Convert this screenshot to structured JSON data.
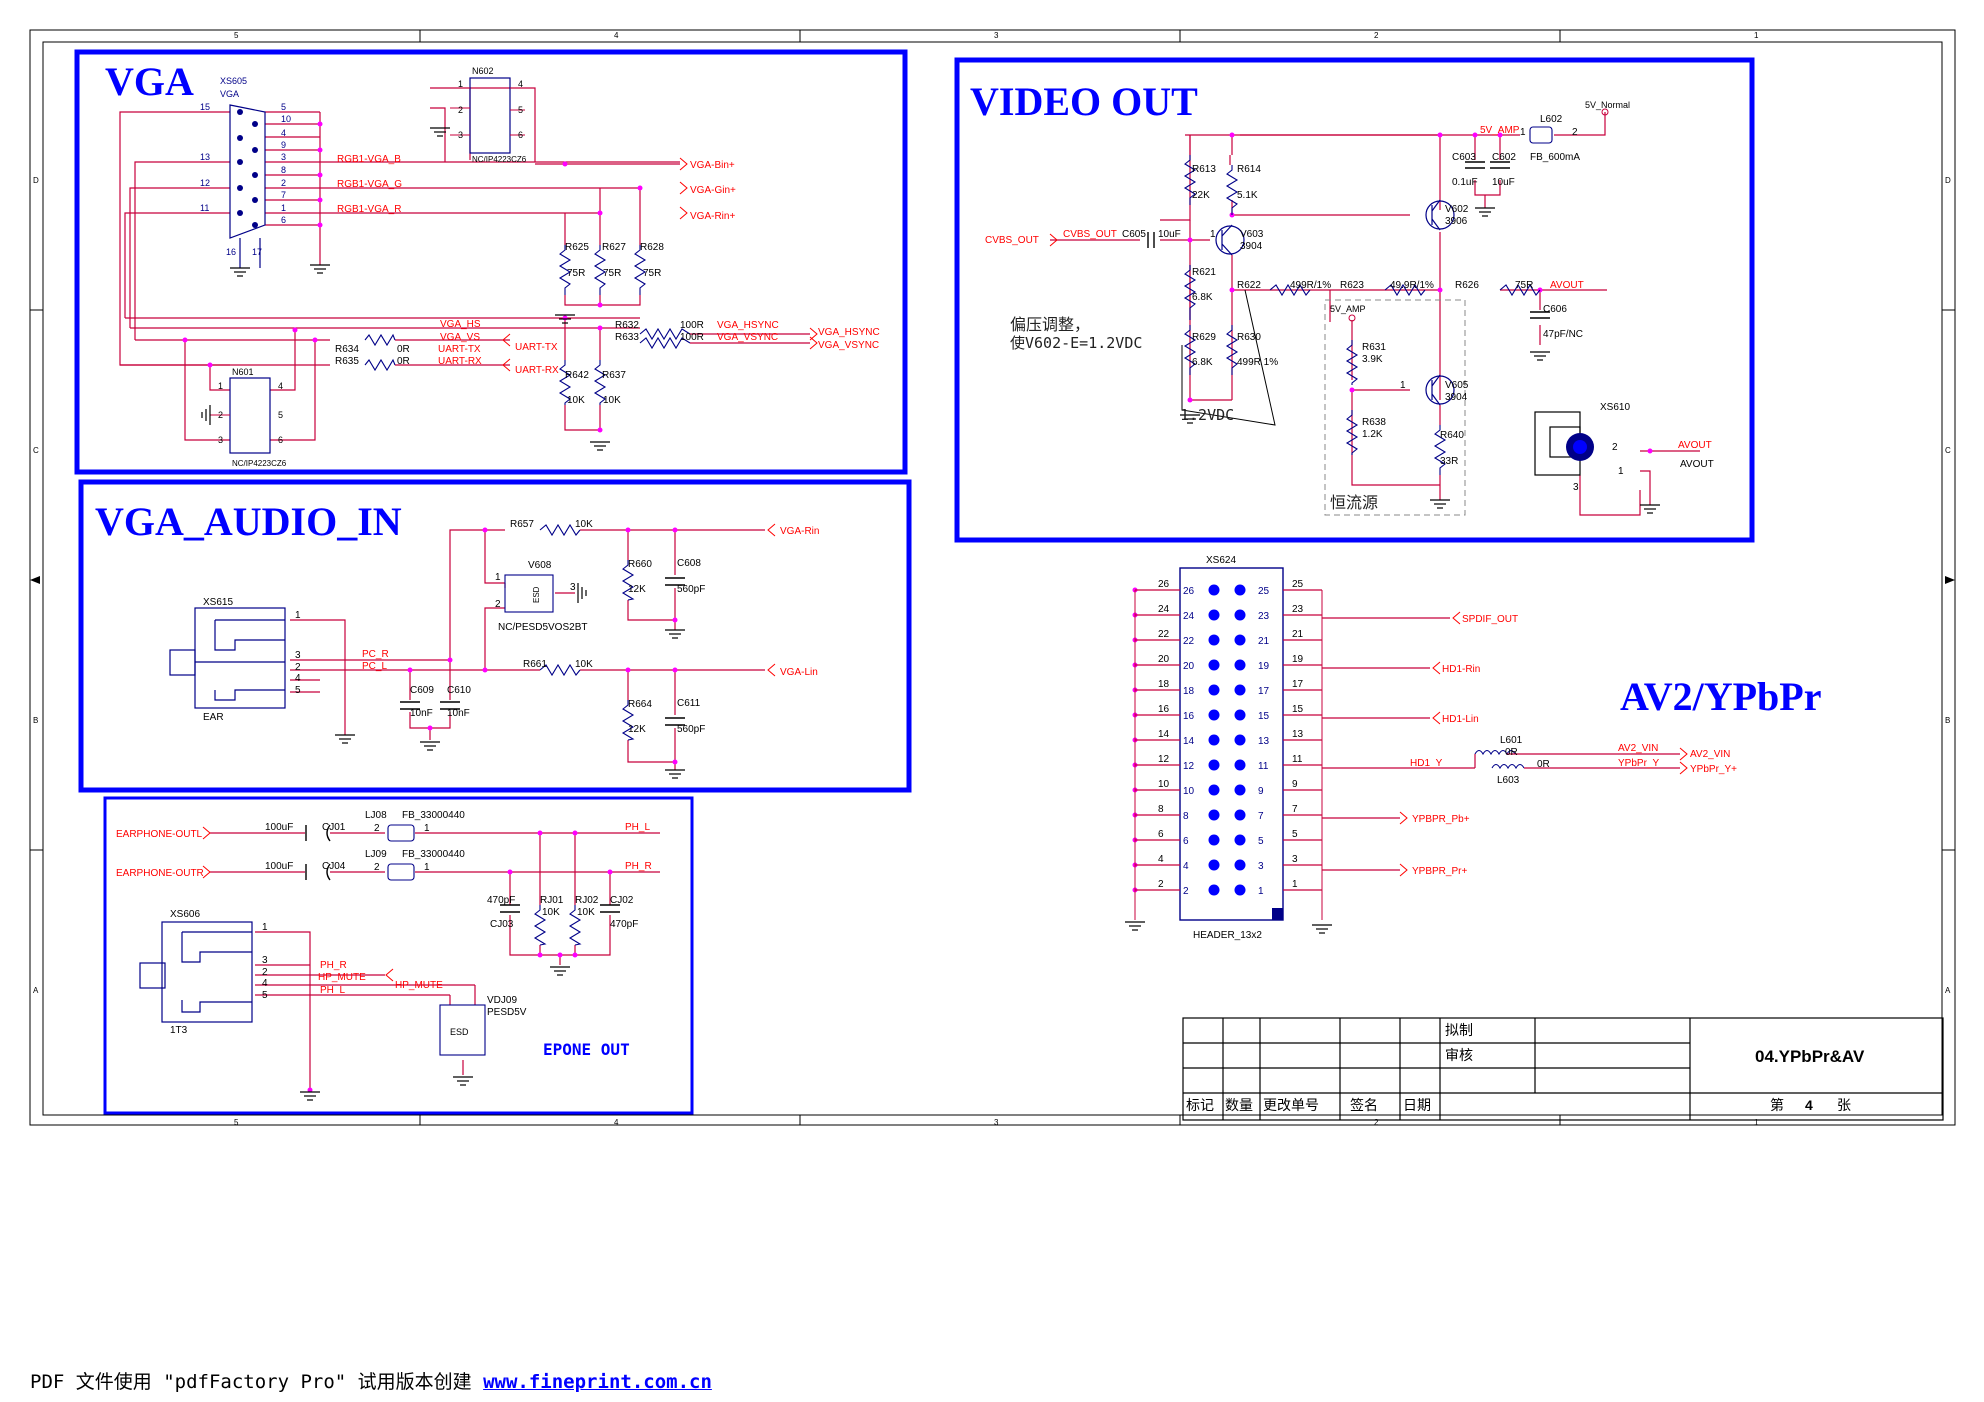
{
  "colors": {
    "wire": "#c8003c",
    "block": "#0000ff",
    "comp": "#000088",
    "frame": "#000000",
    "net": "#ff0000"
  },
  "border": {
    "top": [
      "5",
      "4",
      "3",
      "2",
      "1"
    ],
    "bottom": [
      "5",
      "4",
      "3",
      "2",
      "1"
    ],
    "left": [
      "D",
      "C",
      "B",
      "A"
    ],
    "right": [
      "D",
      "C",
      "B",
      "A"
    ]
  },
  "blocks": {
    "vga": "VGA",
    "video_out": "VIDEO OUT",
    "vga_audio_in": "VGA_AUDIO_IN",
    "av2": "AV2/YPbPr",
    "epone": "EPONE OUT"
  },
  "vga": {
    "xs605": "XS605",
    "xs605_name": "VGA",
    "pins_left": [
      "15",
      "13",
      "12",
      "11"
    ],
    "pins_right": [
      "5",
      "10",
      "4",
      "9",
      "3",
      "8",
      "2",
      "7",
      "1",
      "6"
    ],
    "pins_bottom": [
      "16",
      "17"
    ],
    "n602": "N602",
    "n602_pins": [
      "1",
      "4",
      "2",
      "5",
      "3",
      "6"
    ],
    "n602_part": "NC/IP4223CZ6",
    "n601": "N601",
    "n601_pins": [
      "1",
      "4",
      "2",
      "5",
      "3",
      "6"
    ],
    "n601_part": "NC/IP4223CZ6",
    "rgb": [
      "RGB1-VGA_B",
      "RGB1-VGA_G",
      "RGB1-VGA_R"
    ],
    "rgb_out": [
      "VGA-Bin+",
      "VGA-Gin+",
      "VGA-Rin+"
    ],
    "r625": "R625",
    "r627": "R627",
    "r628": "R628",
    "r75": "75R",
    "hs": "VGA_HS",
    "vs": "VGA_VS",
    "uart_tx": "UART-TX",
    "uart_rx": "UART-RX",
    "r632": "R632",
    "r633": "R633",
    "r100": "100R",
    "hsync": "VGA_HSYNC",
    "vsync": "VGA_VSYNC",
    "r634": "R634",
    "r635": "R635",
    "r0": "0R",
    "r642": "R642",
    "r637": "R637",
    "r10k": "10K"
  },
  "video": {
    "r613": "R613",
    "r613v": "22K",
    "r614": "R614",
    "r614v": "5.1K",
    "cvbs_in": "CVBS_OUT",
    "cvbs_net": "CVBS_OUT",
    "c605": "C605",
    "c605v": "10uF",
    "v603": "V603",
    "v603p": "3904",
    "v602": "V602",
    "v602p": "3906",
    "r621": "R621",
    "r621v": "6.8K",
    "r629": "R629",
    "r629v": "6.8K",
    "r630": "R630",
    "r630v": "499R 1%",
    "r622": "R622",
    "r622v": "499R/1%",
    "r623": "R623",
    "r623v": "49.9R/1%",
    "r626": "R626",
    "r626v": "75R",
    "avout": "AVOUT",
    "c606": "C606",
    "c606v": "47pF/NC",
    "amp": "5V_AMP",
    "amp2": "5V_AMP",
    "normal": "5V_Normal",
    "l602": "L602",
    "l602v": "FB_600mA",
    "c603": "C603",
    "c603v": "0.1uF",
    "c602": "C602",
    "c602v": "10uF",
    "note1": "偏压调整，",
    "note2": "使V602-E=1.2VDC",
    "note3": "1.2VDC",
    "r631": "R631",
    "r631v": "3.9K",
    "r638": "R638",
    "r638v": "1.2K",
    "v605": "V605",
    "v605p": "3904",
    "r640": "R640",
    "r640v": "33R",
    "cc": "恒流源",
    "xs610": "XS610",
    "xs610_net": "AVOUT",
    "xs610_name": "AVOUT",
    "pin1": "1",
    "pin2": "2",
    "pin3": "3"
  },
  "audio": {
    "r657": "R657",
    "r657v": "10K",
    "vga_rin": "VGA-Rin",
    "v608": "V608",
    "esd": "ESD",
    "v608p": "NC/PESD5VOS2BT",
    "r660": "R660",
    "r660v": "12K",
    "c608": "C608",
    "c608v": "560pF",
    "xs615": "XS615",
    "ear": "EAR",
    "pc_r": "PC_R",
    "pc_l": "PC_L",
    "r661": "R661",
    "r661v": "10K",
    "vga_lin": "VGA-Lin",
    "c609": "C609",
    "c609v": "10nF",
    "c610": "C610",
    "c610v": "10nF",
    "r664": "R664",
    "r664v": "12K",
    "c611": "C611",
    "c611v": "560pF",
    "xs_pins": [
      "1",
      "3",
      "2",
      "4",
      "5"
    ]
  },
  "epone": {
    "outl": "EARPHONE-OUTL",
    "outr": "EARPHONE-OUTR",
    "cap": "100uF",
    "cj01": "CJ01",
    "cj04": "CJ04",
    "lj08": "LJ08",
    "lj09": "LJ09",
    "fb": "FB_33000440",
    "ph_l": "PH_L",
    "ph_r": "PH_R",
    "cj03": "CJ03",
    "cj03v": "470pF",
    "rj01": "RJ01",
    "rj01v": "10K",
    "rj02": "RJ02",
    "rj02v": "10K",
    "cj02": "CJ02",
    "cj02v": "470pF",
    "xs606": "XS606",
    "t13": "1T3",
    "xs_pins": [
      "1",
      "3",
      "2",
      "4",
      "5"
    ],
    "ph_r2": "PH_R",
    "hp_mute": "HP_MUTE",
    "hp_mute_net": "HP_MUTE",
    "ph_l2": "PH_L",
    "vdj09": "VDJ09",
    "vdj09p": "PESD5V",
    "esd": "ESD"
  },
  "header": {
    "xs624": "XS624",
    "name": "HEADER_13x2",
    "left_pins": [
      "26",
      "24",
      "22",
      "20",
      "18",
      "16",
      "14",
      "12",
      "10",
      "8",
      "6",
      "4",
      "2"
    ],
    "right_pins": [
      "25",
      "23",
      "21",
      "19",
      "17",
      "15",
      "13",
      "11",
      "9",
      "7",
      "5",
      "3",
      "1"
    ],
    "spdif": "SPDIF_OUT",
    "hd1_rin": "HD1-Rin",
    "hd1_lin": "HD1-Lin",
    "hd1_y": "HD1_Y",
    "l601": "L601",
    "l601v": "0R",
    "l603": "L603",
    "l603v": "0R",
    "av2_vin": "AV2_VIN",
    "av2_vin_net": "AV2_VIN",
    "ypbpr_y": "YPbPr_Y",
    "ypbpr_y_net": "YPbPr_Y+",
    "pb": "YPBPR_Pb+",
    "pr": "YPBPR_Pr+"
  },
  "title_block": {
    "draw": "拟制",
    "check": "审核",
    "title": "04.YPbPr&AV",
    "cols": [
      "标记",
      "数量",
      "更改单号",
      "签名",
      "日期"
    ],
    "sheet_pre": "第",
    "sheet_no": "4",
    "sheet_post": "张"
  },
  "footer": {
    "text": "PDF 文件使用 \"pdfFactory Pro\" 试用版本创建 ",
    "link": "www.fineprint.com.cn"
  }
}
